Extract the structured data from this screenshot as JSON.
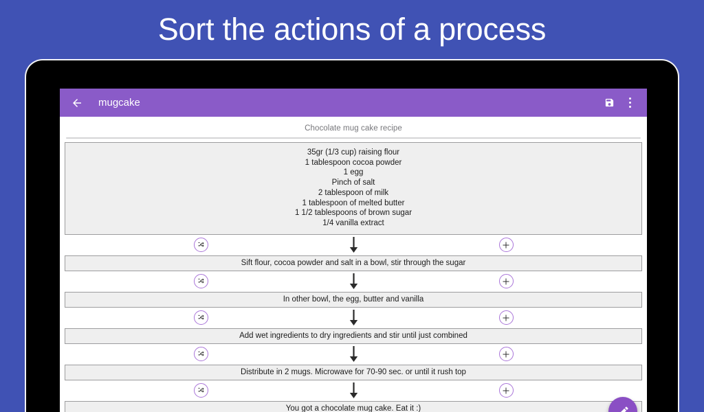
{
  "promo": {
    "headline": "Sort the actions of a process"
  },
  "app": {
    "bar": {
      "back_icon": "back-arrow-icon",
      "title": "mugcake",
      "save_icon": "save-floppy-icon",
      "overflow_icon": "overflow-menu-icon"
    },
    "accent_color": "#8a5bc8",
    "fab": {
      "icon": "edit-pencil-icon",
      "label": "Edit"
    }
  },
  "recipe": {
    "title": "Chocolate mug cake recipe",
    "ingredients": [
      "35gr (1/3 cup) raising flour",
      "1 tablespoon cocoa powder",
      "1 egg",
      "Pinch of salt",
      "2 tablespoon of milk",
      "1 tablespoon of melted butter",
      "1 1/2 tablespoons of brown sugar",
      "1/4 vanilla extract"
    ],
    "steps": [
      "Sift flour, cocoa powder and salt in a bowl, stir through the sugar",
      "In other bowl, the egg, butter and vanilla",
      "Add wet ingredients to dry ingredients and stir until just combined",
      "Distribute in 2 mugs. Microwave for 70-90 sec. or until it rush top",
      "You got a chocolate mug cake. Eat it :)"
    ],
    "connector": {
      "shuffle_icon": "shuffle-icon",
      "arrow_icon": "down-arrow-icon",
      "add_icon": "plus-icon"
    }
  },
  "colors": {
    "background": "#4052b4",
    "app_bar": "#8a5bc8",
    "fab": "#8a4fc4",
    "icon_outline": "#a974d8",
    "field_fill": "#efefef",
    "field_border": "#9c9c9e"
  }
}
